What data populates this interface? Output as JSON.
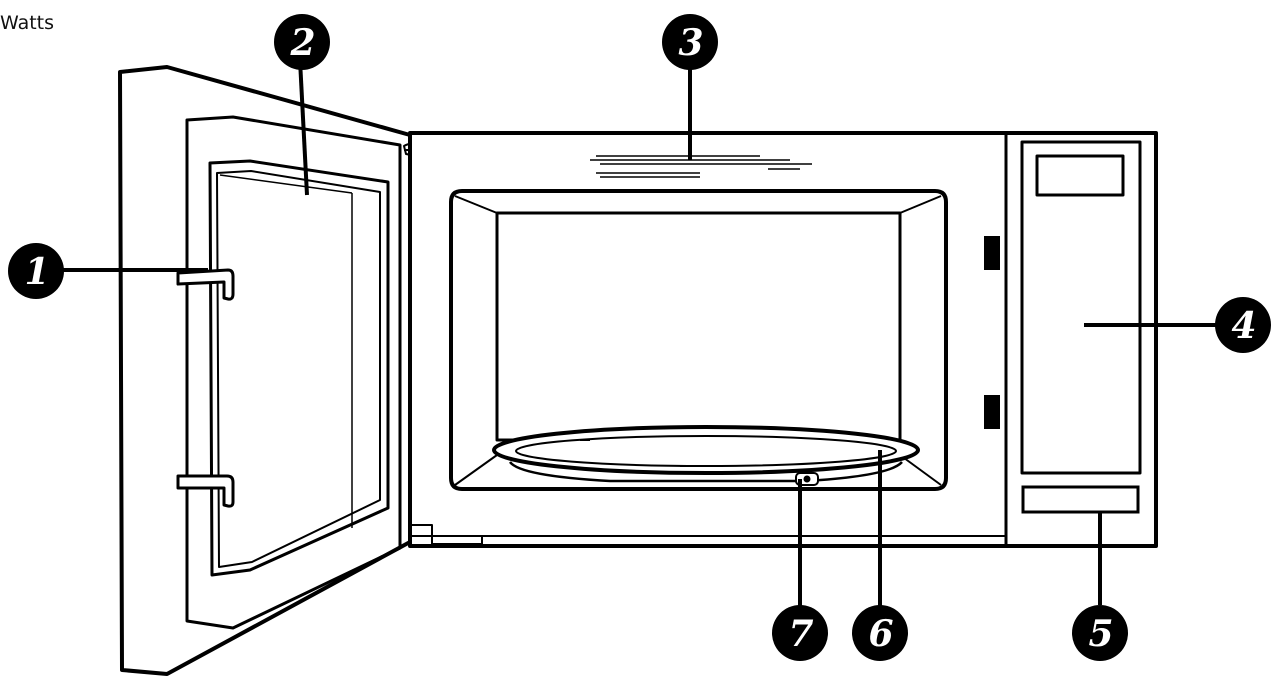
{
  "corner_label": "Watts",
  "callouts": [
    "1",
    "2",
    "3",
    "4",
    "5",
    "6",
    "7"
  ],
  "colors": {
    "line": "#000000",
    "background": "#ffffff"
  }
}
